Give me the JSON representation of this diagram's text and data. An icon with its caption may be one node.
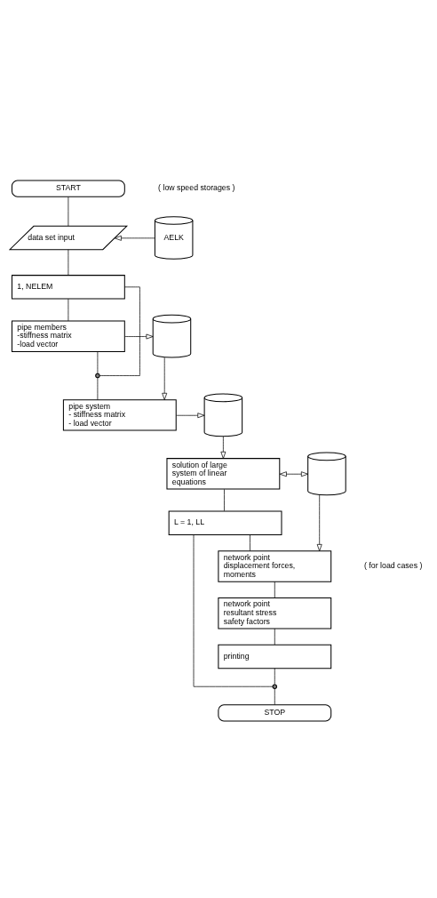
{
  "diagram": {
    "nodes": [
      {
        "text": [
          "START"
        ]
      },
      {
        "text": [
          "data set input"
        ]
      },
      {
        "text": [
          "AELK"
        ]
      },
      {
        "text": [
          "1, NELEM"
        ]
      },
      {
        "text": [
          "pipe members",
          "-stiffness matrix",
          "-load vector"
        ]
      },
      {
        "text": [],
        "shape": "cylinder"
      },
      {
        "text": [],
        "shape": "circle"
      },
      {
        "text": [
          "pipe system",
          "- stiffness matrix",
          "- load vector"
        ]
      },
      {
        "text": [],
        "shape": "cylinder"
      },
      {
        "text": [
          "solution of large system of linear equations"
        ]
      },
      {
        "text": [],
        "shape": "cylinder"
      },
      {
        "text": [
          "L = 1, LL"
        ]
      },
      {
        "text": [
          "network point displacement forces, moments"
        ]
      },
      {
        "text": [
          "network point resultant stress safety factors"
        ]
      },
      {
        "text": [
          "printing"
        ]
      },
      {
        "text": [],
        "shape": "circle"
      },
      {
        "text": [
          "STOP"
        ]
      }
    ],
    "edges": [
      {
        "from": 0,
        "to": 1,
        "arrow": "none"
      },
      {
        "from": 2,
        "to": 1,
        "arrow": "to"
      },
      {
        "from": 1,
        "to": 3,
        "arrow": "none"
      },
      {
        "from": 3,
        "to": 4,
        "arrow": "none"
      },
      {
        "from": 4,
        "to": 5,
        "arrow": "to"
      },
      {
        "from": 4,
        "to": 6,
        "arrow": "none"
      },
      {
        "from": 6,
        "to": 3,
        "arrow": "none"
      },
      {
        "from": 6,
        "to": 7,
        "arrow": "none"
      },
      {
        "from": 5,
        "to": 7,
        "arrow": "to"
      },
      {
        "from": 7,
        "to": 8,
        "arrow": "to"
      },
      {
        "from": 8,
        "to": 9,
        "arrow": "to"
      },
      {
        "from": 9,
        "to": 10,
        "arrow": "both"
      },
      {
        "from": 9,
        "to": 11,
        "arrow": "none"
      },
      {
        "from": 10,
        "to": 12,
        "arrow": "to"
      },
      {
        "from": 11,
        "to": 12,
        "arrow": "none"
      },
      {
        "from": 12,
        "to": 13,
        "arrow": "none"
      },
      {
        "from": 13,
        "to": 14,
        "arrow": "none"
      },
      {
        "from": 14,
        "to": 15,
        "arrow": "none"
      },
      {
        "from": 15,
        "to": 11,
        "arrow": "none"
      },
      {
        "from": 15,
        "to": 16,
        "arrow": "none"
      }
    ],
    "labels": [
      "( low speed storages )",
      "( for load cases )"
    ]
  }
}
